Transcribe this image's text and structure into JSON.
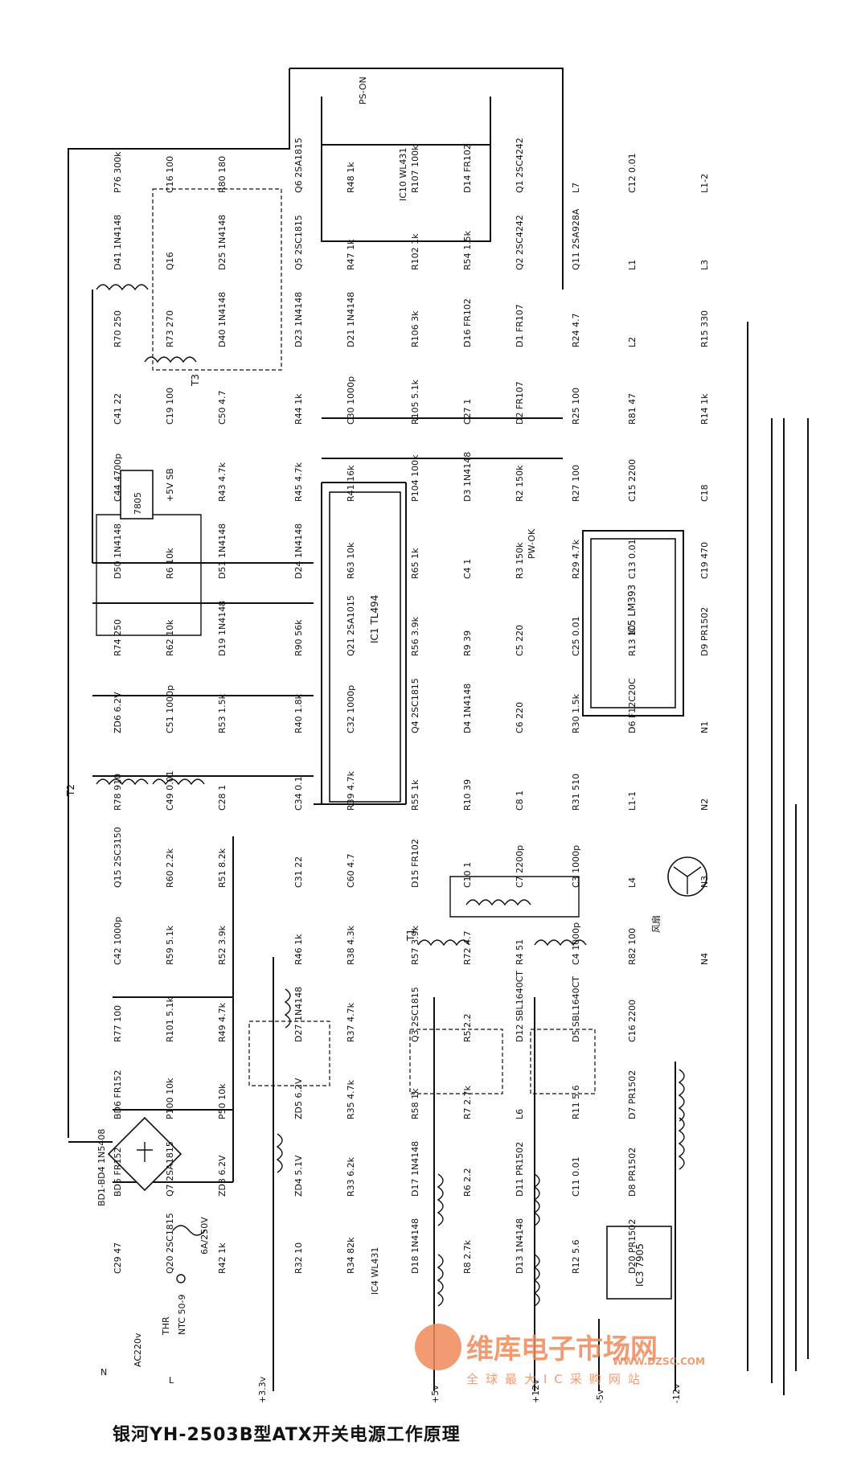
{
  "caption": "银河YH-2503B型ATX开关电源工作原理",
  "watermark": {
    "main": "维库电子市场网",
    "url": "WWW.DZSC.COM",
    "sub": "全球最大IC采购网站"
  },
  "ic_labels": {
    "ic1": "IC1 TL494",
    "ic5": "IC5 LM393",
    "ic3": "IC3 7905",
    "ic10": "IC10 WL431",
    "ic4": "IC4 WL431",
    "q16": "7805"
  },
  "rails": [
    "+3.3v",
    "+5v",
    "+12v",
    "-5v",
    "-12v"
  ],
  "inputs": {
    "ac": "AC220v",
    "fuse": "6A/250V",
    "ntc": "NTC 50-9",
    "thr": "THR",
    "bridge": "BD1-BD4 1N5408",
    "ps_on": "PS-ON",
    "pw_ok": "PW-OK",
    "fan": "风扇",
    "n_label": "N",
    "l_label": "L"
  },
  "transformers": [
    "T1",
    "T2",
    "T3"
  ],
  "component_labels": [
    "P76 300k",
    "D41 1N4148",
    "R70 250",
    "C41 22",
    "C44 4700p",
    "D50 1N4148",
    "R74 250",
    "ZD6 6.2V",
    "R78 910",
    "Q15 2SC3150",
    "C42 1000p",
    "R77 100",
    "BD6 FR152",
    "BD5 FR152",
    "C29 47",
    "C16 100",
    "Q16",
    "R73 270",
    "C19 100",
    "+5V SB",
    "R6 10k",
    "R62 10k",
    "C51 1000p",
    "C49 0.01",
    "R60 2.2k",
    "R59 5.1k",
    "R101 5.1k",
    "P100 10k",
    "Q7 2SA1815",
    "Q20 2SC1815",
    "R80 180",
    "D25 1N4148",
    "D40 1N4148",
    "C50 4.7",
    "R43 4.7k",
    "D51 1N4148",
    "D19 1N4148",
    "R53 1.5k",
    "C28 1",
    "R51 8.2k",
    "R52 3.9k",
    "R49 4.7k",
    "P50 10k",
    "ZD3 6.2V",
    "R42 1k",
    "Q6 2SA1815",
    "Q5 2SC1815",
    "D23 1N4148",
    "R44 1k",
    "R45 4.7k",
    "D24 1N4148",
    "R90 56k",
    "R40 1.8k",
    "C34 0.1",
    "C31 22",
    "R46 1k",
    "D27 1N4148",
    "ZD5 6.2V",
    "ZD4 5.1V",
    "R32 10",
    "R48 1k",
    "R47 1k",
    "D21 1N4148",
    "C30 1000p",
    "R41 16k",
    "R63 10k",
    "Q21 2SA1015",
    "C32 1000p",
    "R39 4.7k",
    "C60 4.7",
    "R38 4.3k",
    "R37 4.7k",
    "R35 4.7k",
    "R33 6.2k",
    "R34 82k",
    "R107 100k",
    "R102 1k",
    "R106 3k",
    "R105 5.1k",
    "P104 100k",
    "R65 1k",
    "R56 3.9k",
    "Q4 2SC1815",
    "R55 1k",
    "D15 FR102",
    "R57 3.9k",
    "Q3 2SC1815",
    "R58 1k",
    "D17 1N4148",
    "D18 1N4148",
    "D14 FR102",
    "R54 1.5k",
    "D16 FR102",
    "C27 1",
    "D3 1N4148",
    "C4 1",
    "R9 39",
    "D4 1N4148",
    "R10 39",
    "C10 1",
    "R72 4.7",
    "R5 2.2",
    "R7 2.7k",
    "R6 2.2",
    "R8 2.7k",
    "Q1 2SC4242",
    "Q2 2SC4242",
    "D1 FR107",
    "D2 FR107",
    "R2 150k",
    "R3 150k",
    "C5 220",
    "C6 220",
    "C8 1",
    "C7 2200p",
    "R4 51",
    "D12 SBL1640CT",
    "L6",
    "D11 PR1502",
    "D13 1N4148",
    "L7",
    "Q11 2SA928A",
    "R24 4.7",
    "R25 100",
    "R27 100",
    "R29 4.7k",
    "C25 0.01",
    "R30 1.5k",
    "R31 510",
    "C3 1000p",
    "C4 1000p",
    "D5 SBL1640CT",
    "R11 5.6",
    "C11 0.01",
    "R12 5.6",
    "C12 0.01",
    "L1",
    "L2",
    "R81 47",
    "C15 2200",
    "C13 0.01",
    "R13 10",
    "D6 F12C20C",
    "L1-1",
    "L4",
    "R82 100",
    "C16 2200",
    "D7 PR1502",
    "D8 PR1502",
    "D20 PR1502",
    "L1-2",
    "L3",
    "R15 330",
    "R14 1k",
    "C18",
    "C19 470",
    "D9 PR1502",
    "N1",
    "N2",
    "N3",
    "N4"
  ]
}
